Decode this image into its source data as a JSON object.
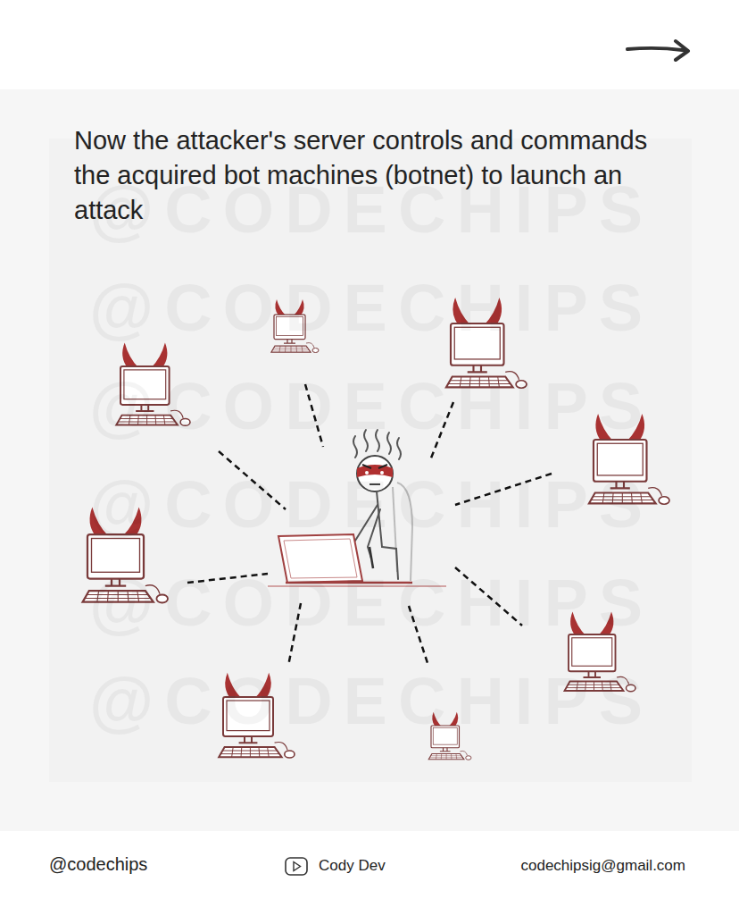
{
  "diagram": {
    "title": "Now the attacker's server controls and commands the acquired bot machines (botnet) to launch an attack",
    "labels": [
      "@CODECHIPS",
      "@CODECHIPS",
      "@CODECHIPS",
      "@CODECHIPS",
      "@CODECHIPS",
      "@CODECHIPS",
      "@codechips",
      "Cody Dev",
      "codechipsig@gmail.com"
    ]
  }
}
